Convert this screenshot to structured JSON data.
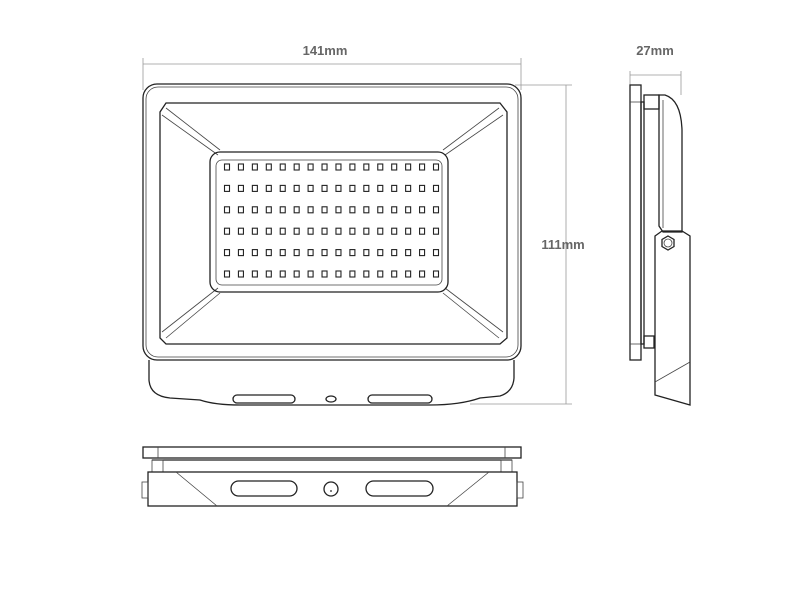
{
  "dimensions": {
    "width": "141mm",
    "height": "111mm",
    "depth": "27mm"
  },
  "led_grid": {
    "rows": 6,
    "columns": 16
  },
  "colors": {
    "line": "#222222",
    "dimension": "#999999",
    "label": "#666666"
  }
}
